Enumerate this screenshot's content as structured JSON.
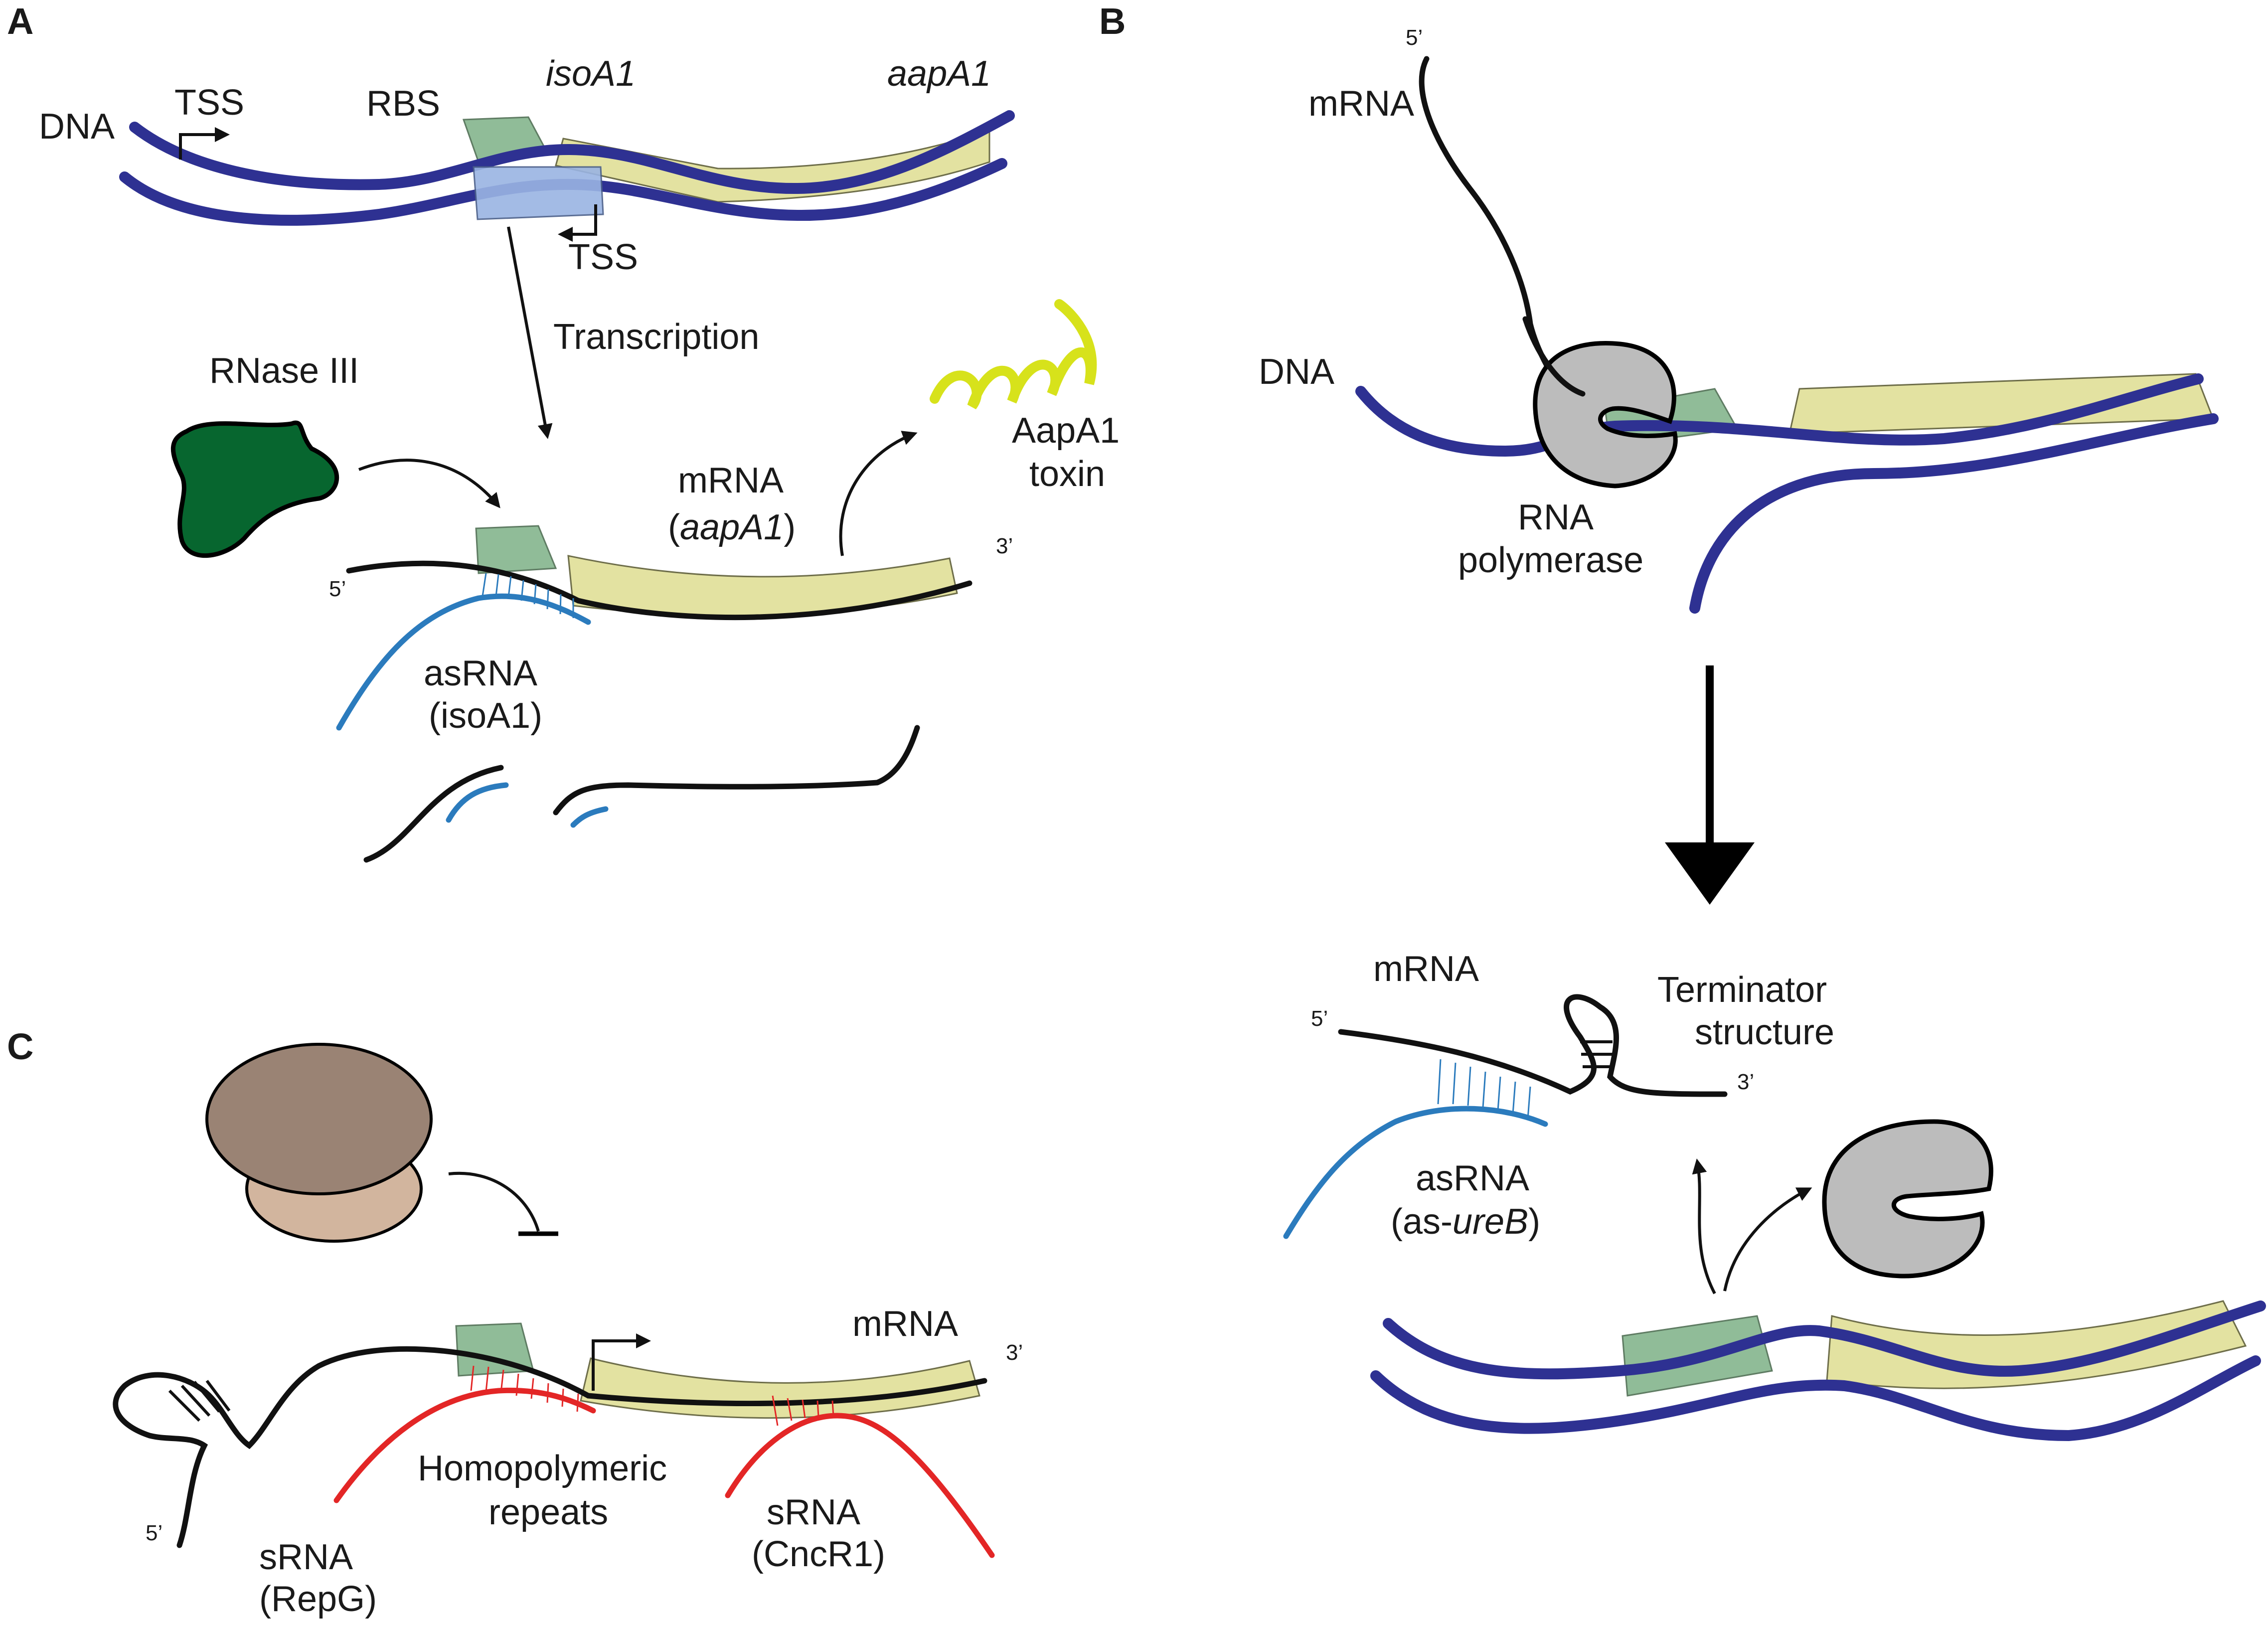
{
  "panels": {
    "a": "A",
    "b": "B",
    "c": "C"
  },
  "panel_a": {
    "dna": "DNA",
    "tss_top": "TSS",
    "rbs": "RBS",
    "gene_isoA1": "isoA1",
    "gene_aapA1": "aapA1",
    "tss_bottom": "TSS",
    "transcription": "Transcription",
    "rnase": "RNase III",
    "mrna_line1": "mRNA",
    "mrna_open": "(",
    "mrna_gene": "aapA1",
    "mrna_close": ")",
    "toxin_line1": "AapA1",
    "toxin_line2": "toxin",
    "five_prime": "5’",
    "three_prime": "3’",
    "asrna_line1": "asRNA",
    "asrna_line2": "(isoA1)"
  },
  "panel_b": {
    "five_prime_top": "5’",
    "mrna_top": "mRNA",
    "dna": "DNA",
    "rnap_line1": "RNA",
    "rnap_line2": "polymerase",
    "mrna_bottom": "mRNA",
    "terminator_line1": "Terminator",
    "terminator_line2": "structure",
    "five_prime_bottom": "5’",
    "three_prime_bottom": "3’",
    "asrna_line1": "asRNA",
    "asrna_open": "(as-",
    "asrna_gene": "ureB",
    "asrna_close": ")"
  },
  "panel_c": {
    "mrna": "mRNA",
    "three_prime": "3’",
    "five_prime": "5’",
    "homopolymeric_line1": "Homopolymeric",
    "homopolymeric_line2": "repeats",
    "srna_repg_line1": "sRNA",
    "srna_repg_line2": "(RepG)",
    "srna_cncr1_line1": "sRNA",
    "srna_cncr1_line2": "(CncR1)"
  },
  "colors": {
    "dna": "#2e3192",
    "mrna": "#111111",
    "asrna": "#2b7bbd",
    "srna": "#e32626",
    "coding_box": "#e3e2a1",
    "rbs_box": "#84b58d",
    "antisense_box": "#9ab4e3",
    "rnase": "#07662f",
    "rna_polymerase": "#bcbcbc",
    "toxin": "#d7e21b",
    "ribosome_large": "#9a8374",
    "ribosome_small": "#d2b59e"
  }
}
